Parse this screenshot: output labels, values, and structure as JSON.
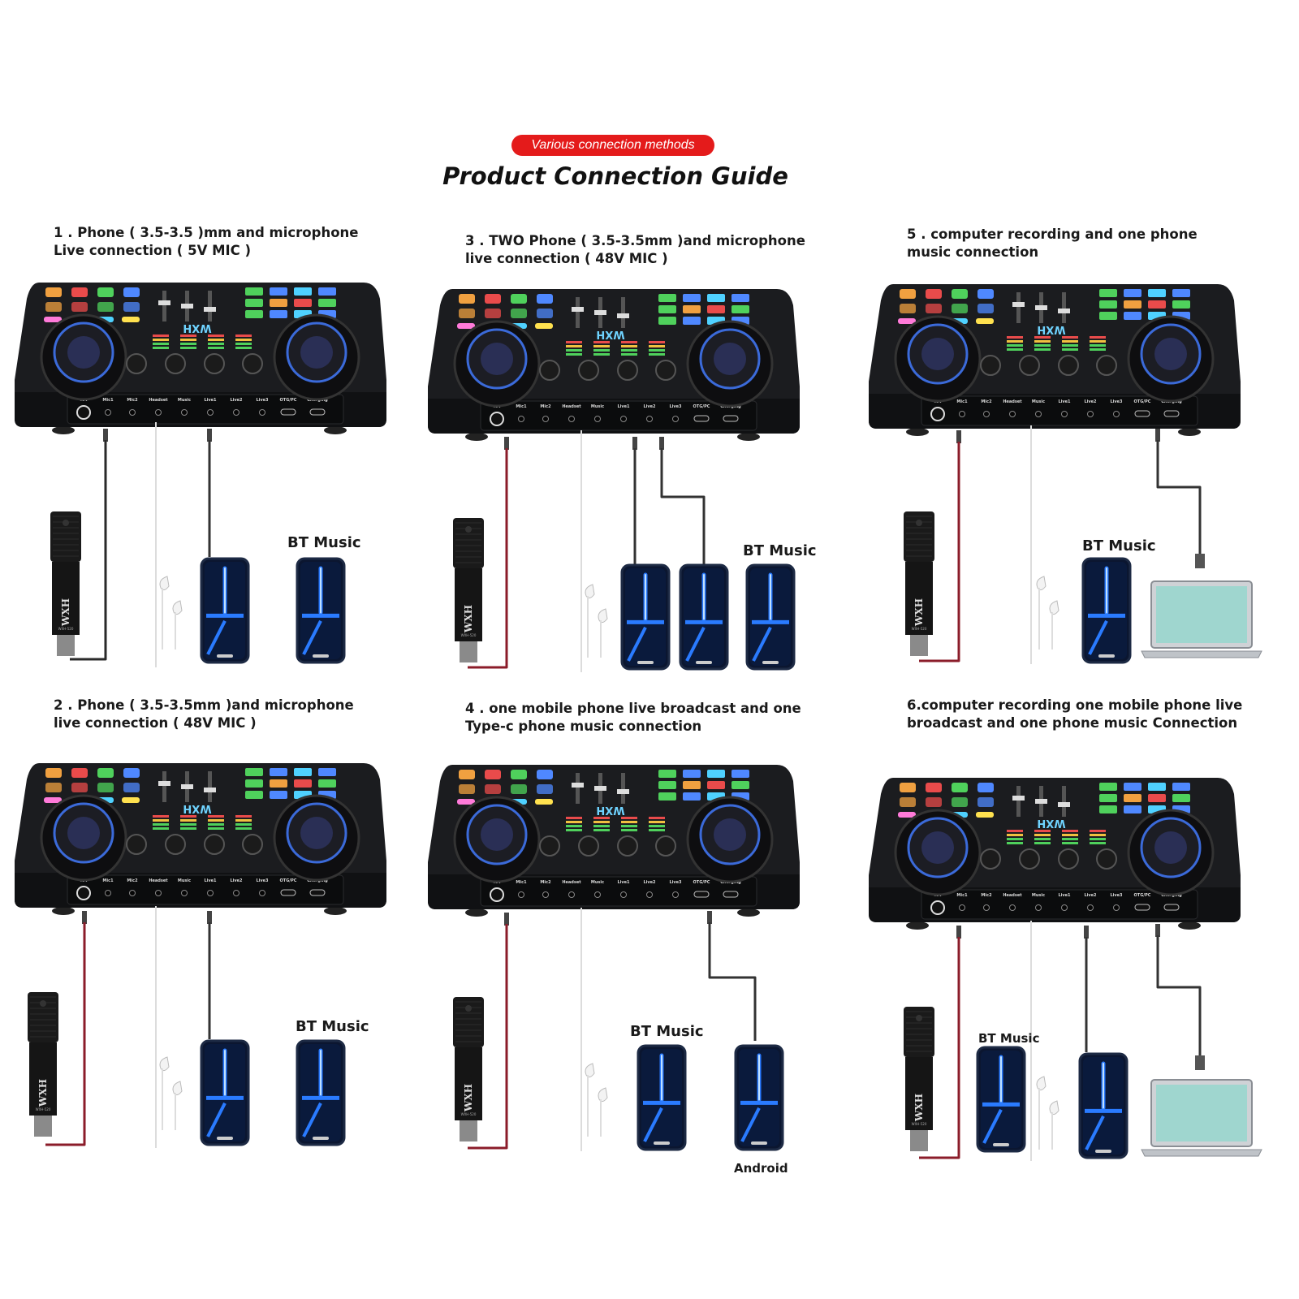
{
  "header": {
    "badge": "Various connection methods",
    "title": "Product Connection Guide"
  },
  "device": {
    "brand": "WXH",
    "ports": [
      "48V",
      "Mic1",
      "Mic2",
      "Headset",
      "Music",
      "Live1",
      "Live2",
      "Live3",
      "OTG/PC",
      "Charging"
    ]
  },
  "microphone": {
    "brand": "WXH",
    "model": "WXH-520"
  },
  "colors": {
    "badge": "#e41b1b",
    "device_body": "#1b1c1f",
    "phone_glow": "#2a7bff",
    "xlr_cable": "#8b1c2a",
    "laptop_screen": "#9fd6cf"
  },
  "panels": [
    {
      "id": "panel-1",
      "title_line1": "1 . Phone ( 3.5-3.5 )mm and microphone",
      "title_line2": "Live connection ( 5V MIC )",
      "bt_label": "BT Music",
      "android_label": ""
    },
    {
      "id": "panel-3",
      "title_line1": "3 . TWO Phone ( 3.5-3.5mm )and microphone",
      "title_line2": " live connection ( 48V MIC )",
      "bt_label": "BT Music",
      "android_label": ""
    },
    {
      "id": "panel-5",
      "title_line1": "5 . computer recording and one phone",
      "title_line2": "music connection",
      "bt_label": "BT Music",
      "android_label": ""
    },
    {
      "id": "panel-2",
      "title_line1": "2 . Phone ( 3.5-3.5mm )and microphone",
      "title_line2": "live connection ( 48V MIC )",
      "bt_label": "BT Music",
      "android_label": ""
    },
    {
      "id": "panel-4",
      "title_line1": "4 . one mobile phone live broadcast and one",
      "title_line2": "Type-c phone music connection",
      "bt_label": "BT Music",
      "android_label": "Android"
    },
    {
      "id": "panel-6",
      "title_line1": "6.computer recording one mobile phone live",
      "title_line2": "broadcast and one phone music Connection",
      "bt_label": "BT Music",
      "android_label": ""
    }
  ]
}
